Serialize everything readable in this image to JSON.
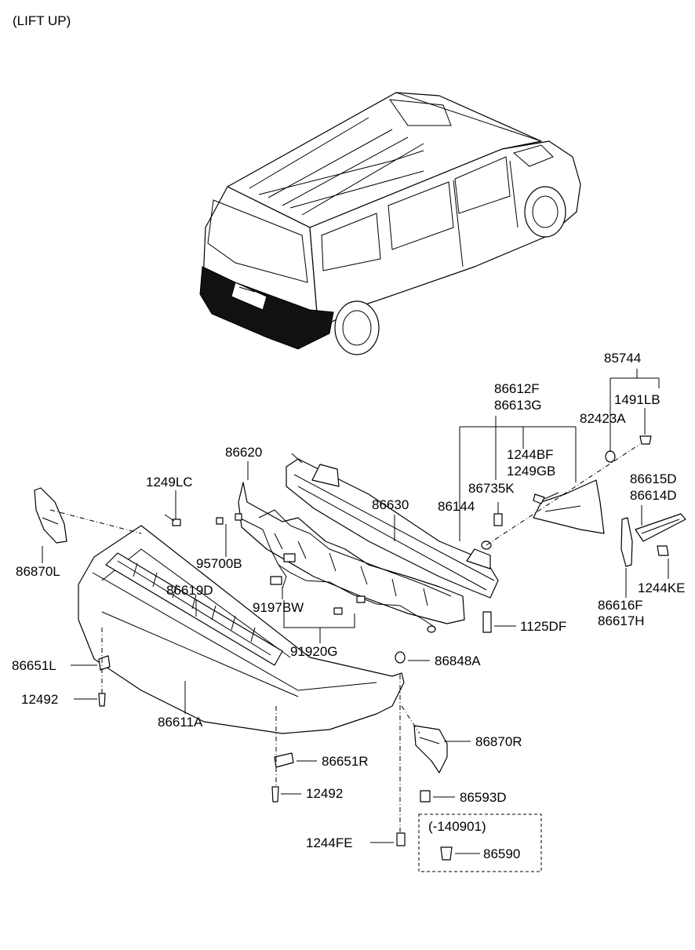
{
  "header": "(LIFT UP)",
  "labels": {
    "p85744": "85744",
    "p1491LB": "1491LB",
    "p86612F": "86612F",
    "p86613G": "86613G",
    "p82423A": "82423A",
    "p1244BF": "1244BF",
    "p1249GB": "1249GB",
    "p86735K": "86735K",
    "p86144": "86144",
    "p86615D": "86615D",
    "p86614D": "86614D",
    "p1244KE": "1244KE",
    "p86616F": "86616F",
    "p86617H": "86617H",
    "p86620": "86620",
    "p86630": "86630",
    "p1249LC": "1249LC",
    "p86870L": "86870L",
    "p95700B": "95700B",
    "p86619D": "86619D",
    "p9197BW": "9197BW",
    "p91920G": "91920G",
    "p1125DF": "1125DF",
    "p86848A": "86848A",
    "p86651L": "86651L",
    "p12492a": "12492",
    "p86611A": "86611A",
    "p86870R": "86870R",
    "p86651R": "86651R",
    "p12492b": "12492",
    "p86593D": "86593D",
    "p140901": "(-140901)",
    "p86590": "86590",
    "p1244FE": "1244FE"
  }
}
